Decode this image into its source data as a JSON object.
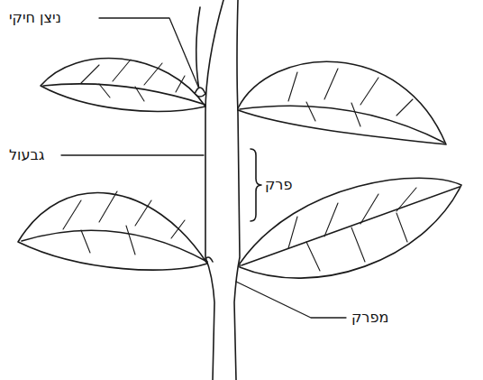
{
  "diagram": {
    "labels": [
      "ניצן חיקי",
      "גבעול",
      "פרק",
      "מפרק"
    ]
  }
}
